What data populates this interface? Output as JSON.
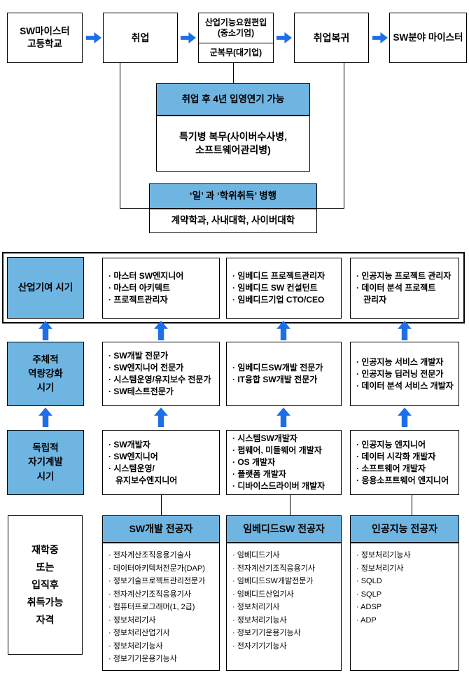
{
  "colors": {
    "highlight_fill": "#6FB5E2",
    "arrow_blue": "#1E6EE8",
    "border": "#000000",
    "background": "#FFFFFF"
  },
  "top_flow": {
    "highschool": "SW마이스터\n고등학교",
    "employment": "취업",
    "industrial_personnel": "산업기능요원편입\n(중소기업)",
    "military_service": "군복무(대기업)",
    "return_to_work": "취업복귀",
    "sw_field_meister": "SW분야 마이스터"
  },
  "military": {
    "deferment_title": "취업 후 4년 입영연기 가능",
    "deferment_body": "특기병 복무(사이버수사병,\n소프트웨어관리병)",
    "parallel_title": "‘일’ 과 ‘학위취득’ 병행",
    "parallel_body": "계약학과, 사내대학, 사이버대학"
  },
  "stages": [
    {
      "stage": "산업기여 시기",
      "columns": [
        [
          "· 마스터 SW엔지니어",
          "· 마스터 아키텍트",
          "· 프로젝트관리자"
        ],
        [
          "· 임베디드 프로젝트관리자",
          "· 임베디드 SW 컨설턴트",
          "· 임베디드기업 CTO/CEO"
        ],
        [
          "· 인공지능 프로젝트 관리자",
          "· 데이터 분석 프로젝트\n관리자"
        ]
      ]
    },
    {
      "stage": "주체적\n역량강화\n시기",
      "columns": [
        [
          "· SW개발 전문가",
          "· SW엔지니어 전문가",
          "· 시스템운영/유지보수 전문가",
          "· SW테스트전문가"
        ],
        [
          "· 임베디드SW개발 전문가",
          "· IT융합 SW개발 전문가"
        ],
        [
          "· 인공지능 서비스 개발자",
          "· 인공지능 딥러닝 전문가",
          "· 데이터 분석 서비스 개발자"
        ]
      ]
    },
    {
      "stage": "독립적\n자기계발\n시기",
      "columns": [
        [
          "· SW개발자",
          "· SW엔지니어",
          "· 시스템운영/\n유지보수엔지니어"
        ],
        [
          "· 시스템SW개발자",
          "· 펌웨어, 미들웨어 개발자",
          "· OS 개발자",
          "· 플랫폼 개발자",
          "· 디바이스드라이버 개발자"
        ],
        [
          "· 인공지능 엔지니어",
          "· 데이터 시각화 개발자",
          "· 소프트웨어 개발자",
          "· 응용소프트웨어 엔지니어"
        ]
      ]
    }
  ],
  "qualifications": {
    "label": "재학중\n또는\n입직후\n취득가능\n자격",
    "groups": [
      {
        "title": "SW개발 전공자",
        "items": [
          "· 전자계산조직응용기술사",
          "· 데이터아키텍처전문가(DAP)",
          "· 정보기술프로젝트관리전문가",
          "· 전자계산기조직응용기사",
          "· 컴퓨터프로그래머(1, 2급)",
          "· 정보처리기사",
          "· 정보처리산업기사",
          "· 정보처리기능사",
          "· 정보기기운용기능사"
        ]
      },
      {
        "title": "임베디드SW 전공자",
        "items": [
          "· 임베디드기사",
          "· 전자계산기조직응용기사",
          "· 임베디드SW개발전문가",
          "· 임베디드산업기사",
          "· 정보처리기사",
          "· 정보처리기능사",
          "· 정보기기운용기능사",
          "· 전자기기기능사"
        ]
      },
      {
        "title": "인공지능 전공자",
        "items": [
          "· 정보처리기능사",
          "· 정보처리기사",
          "· SQLD",
          "· SQLP",
          "· ADSP",
          "· ADP"
        ]
      }
    ]
  }
}
